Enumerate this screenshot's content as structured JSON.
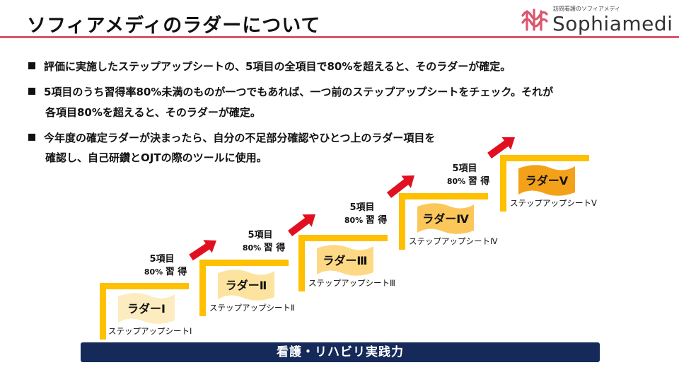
{
  "header": {
    "title": "ソフィアメディのラダーについて",
    "logo_tagline": "訪問看護のソフィアメディ",
    "logo_name": "Sophiamedi"
  },
  "bullets": [
    {
      "lines": [
        "評価に実施したステップアップシートの、5項目の全項目で80%を超えると、そのラダーが確定。"
      ]
    },
    {
      "lines": [
        "5項目のうち習得率80%未満のものが一つでもあれば、一つ前のステップアップシートをチェック。それが",
        "各項目80%を超えると、そのラダーが確定。"
      ]
    },
    {
      "lines": [
        "今年度の確定ラダーが決まったら、自分の不足部分確認やひとつ上のラダー項目を",
        "確認し、自己研鑽とOJTの際のツールに使用。"
      ]
    }
  ],
  "steps": [
    {
      "ladder": "ラダーⅠ",
      "sheet": "ステップアップシートⅠ",
      "flag_color": "#fdecc0"
    },
    {
      "ladder": "ラダーⅡ",
      "sheet": "ステップアップシートⅡ",
      "flag_color": "#fde3a0"
    },
    {
      "ladder": "ラダーⅢ",
      "sheet": "ステップアップシートⅢ",
      "flag_color": "#fdd985"
    },
    {
      "ladder": "ラダーⅣ",
      "sheet": "ステップアップシートⅣ",
      "flag_color": "#fbc75a"
    },
    {
      "ladder": "ラダーⅤ",
      "sheet": "ステップアップシートⅤ",
      "flag_color": "#f4a11a"
    }
  ],
  "transitions": [
    {
      "items": "5項目",
      "rate": "80%",
      "action": "習 得"
    },
    {
      "items": "5項目",
      "rate": "80%",
      "action": "習 得"
    },
    {
      "items": "5項目",
      "rate": "80%",
      "action": "習 得"
    },
    {
      "items": "5項目",
      "rate": "80%",
      "action": "習 得"
    }
  ],
  "footer_bar": "看護・リハビリ実践力",
  "colors": {
    "accent_rule": "#d9566d",
    "step_yellow": "#ffc000",
    "arrow_red": "#e01020",
    "bar_navy": "#162a5a",
    "logo_pink": "#d9566d"
  },
  "icons": {
    "logo_mark": "sophiamedi-logo-icon",
    "bullet": "square-bullet-icon",
    "arrow": "up-right-arrow-icon"
  }
}
